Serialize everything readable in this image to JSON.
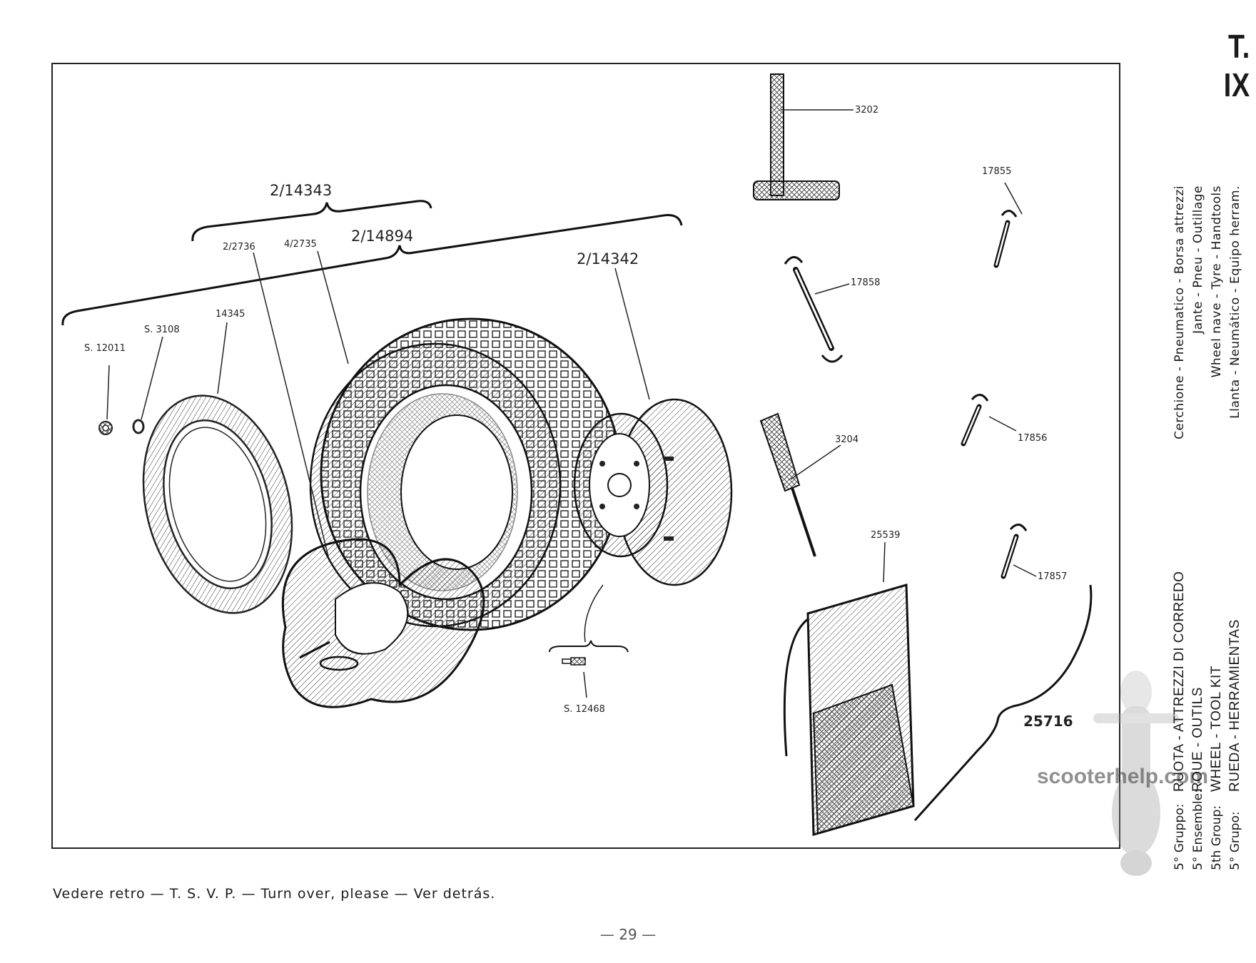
{
  "plate": {
    "number": "T. IX"
  },
  "refs": {
    "r_2_14343": "2/14343",
    "r_2_14894": "2/14894",
    "r_2_2736": "2/2736",
    "r_4_2735": "4/2735",
    "r_14345": "14345",
    "r_s3108": "S. 3108",
    "r_s12011": "S. 12011",
    "r_2_14342": "2/14342",
    "r_s12468": "S. 12468",
    "r_3202": "3202",
    "r_17855": "17855",
    "r_17858": "17858",
    "r_3204": "3204",
    "r_17856": "17856",
    "r_25539": "25539",
    "r_17857": "17857",
    "r_25716": "25716"
  },
  "footer": {
    "note": "Vedere retro — T. S. V. P. — Turn over, please — Ver detrás.",
    "page": "— 29 —"
  },
  "group_block": {
    "rows": [
      {
        "label": "5° Gruppo:",
        "title": "RUOTA - ATTREZZI DI CORREDO",
        "desc": "Cerchione - Pneumatico - Borsa attrezzi"
      },
      {
        "label": "5° Ensemble:",
        "title": "ROUE - OUTILS",
        "desc": "Jante - Pneu - Outillage"
      },
      {
        "label": "5th Group:",
        "title": "WHEEL - TOOL KIT",
        "desc": "Wheel nave - Tyre - Handtools"
      },
      {
        "label": "5° Grupo:",
        "title": "RUEDA - HERRAMIENTAS",
        "desc": "Llanta - Neumático - Equipo herram."
      }
    ]
  },
  "watermark": {
    "text": "scooterhelp.com"
  }
}
